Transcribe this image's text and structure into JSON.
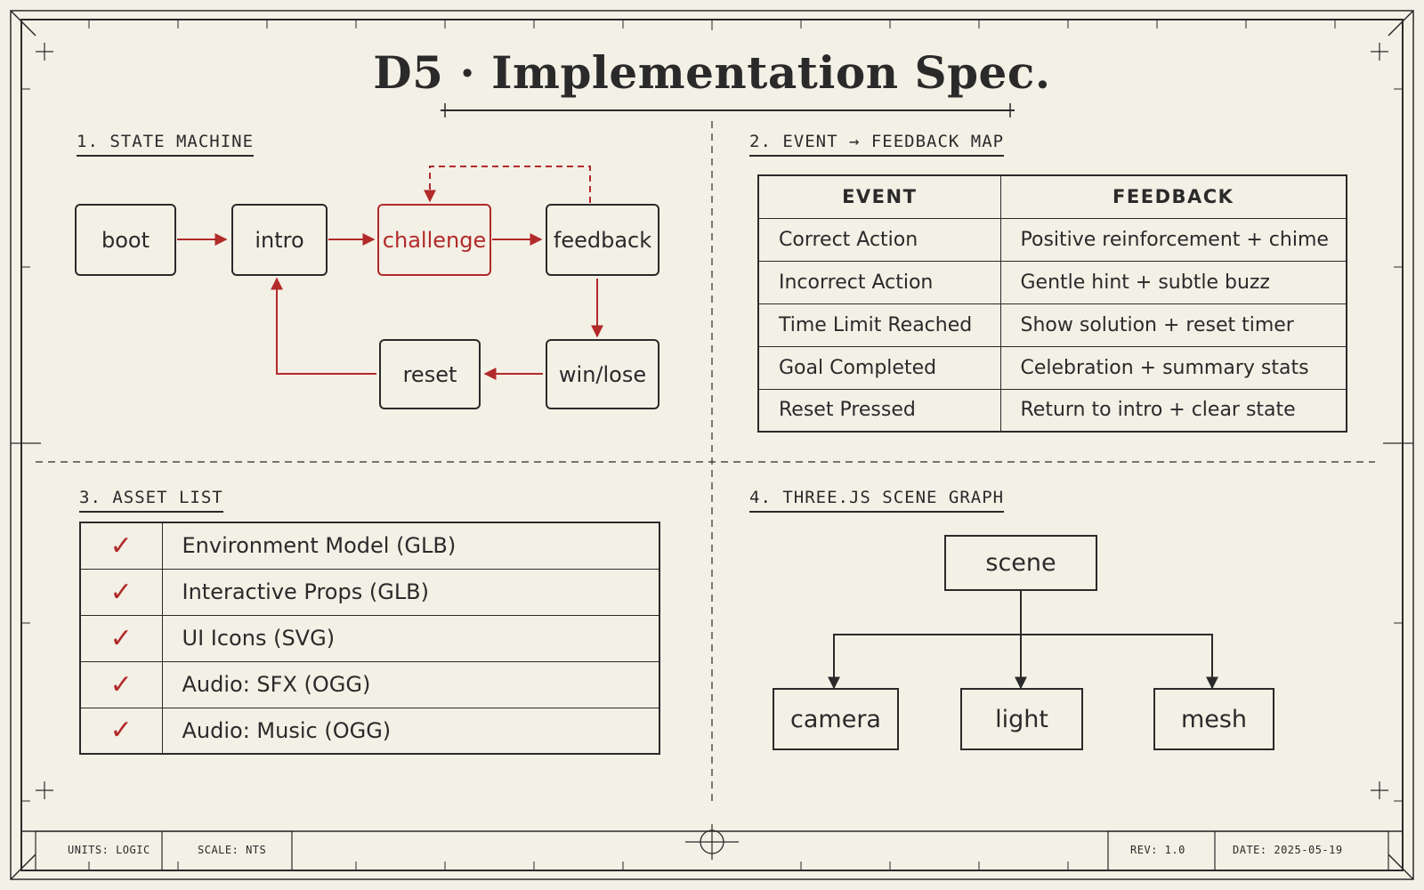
{
  "title": "D5 · Implementation Spec.",
  "sections": {
    "state_machine": "1. STATE MACHINE",
    "event_map": "2. EVENT → FEEDBACK MAP",
    "asset_list": "3. ASSET LIST",
    "scene_graph": "4. THREE.JS SCENE GRAPH"
  },
  "state_machine": {
    "states": [
      "boot",
      "intro",
      "challenge",
      "feedback",
      "win/lose",
      "reset"
    ],
    "active_state": "challenge"
  },
  "event_map": {
    "headers": [
      "EVENT",
      "FEEDBACK"
    ],
    "rows": [
      {
        "event": "Correct Action",
        "feedback": "Positive reinforcement + chime"
      },
      {
        "event": "Incorrect Action",
        "feedback": "Gentle hint + subtle buzz"
      },
      {
        "event": "Time Limit Reached",
        "feedback": "Show solution + reset timer"
      },
      {
        "event": "Goal Completed",
        "feedback": "Celebration + summary stats"
      },
      {
        "event": "Reset Pressed",
        "feedback": "Return to intro + clear state"
      }
    ]
  },
  "assets": {
    "check_icon": "check-icon",
    "check_glyph": "✓",
    "items": [
      "Environment Model (GLB)",
      "Interactive Props (GLB)",
      "UI Icons (SVG)",
      "Audio: SFX (OGG)",
      "Audio: Music (OGG)"
    ]
  },
  "scene_graph": {
    "root": "scene",
    "children": [
      "camera",
      "light",
      "mesh"
    ]
  },
  "title_block": {
    "units": "UNITS: LOGIC",
    "scale": "SCALE: NTS",
    "rev": "REV: 1.0",
    "date": "DATE: 2025-05-19"
  },
  "colors": {
    "ink": "#2a2a2a",
    "accent": "#b22a2a",
    "paper": "#f3f0e6"
  }
}
